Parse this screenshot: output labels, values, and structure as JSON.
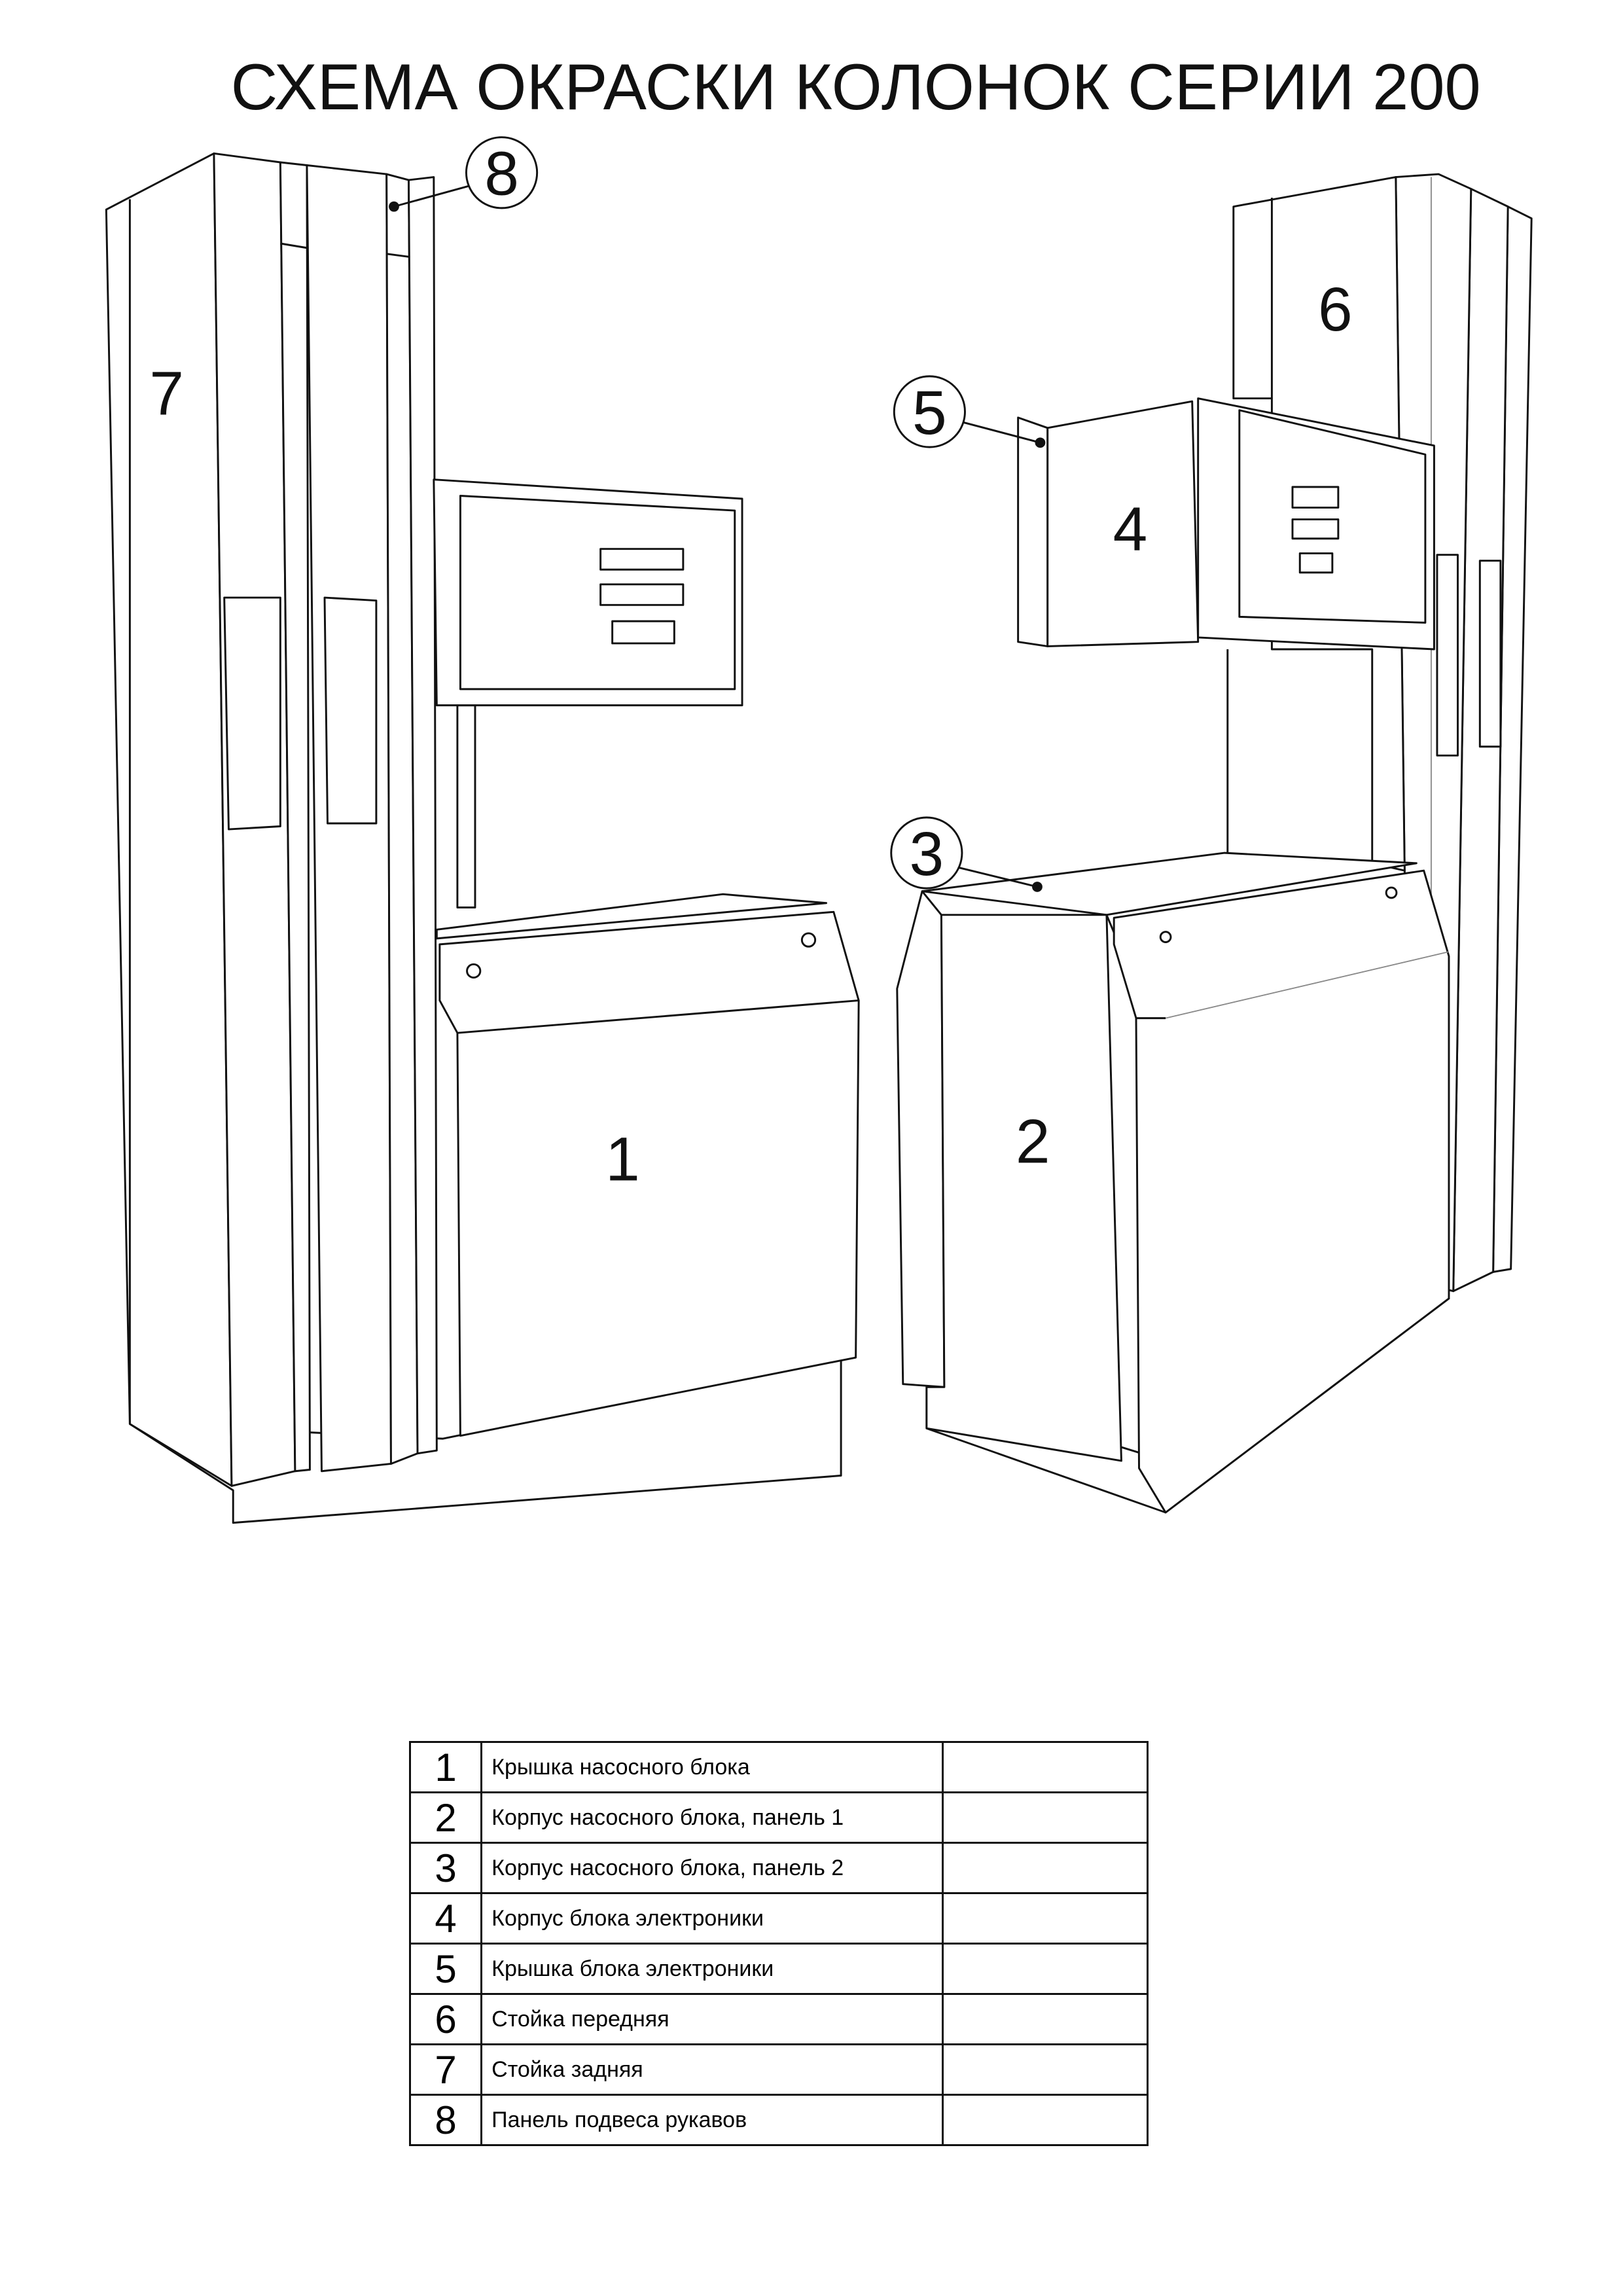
{
  "title": "СХЕМА ОКРАСКИ КОЛОНОК СЕРИИ 200",
  "drawing": {
    "labels": {
      "p1": "1",
      "p2": "2",
      "p3": "3",
      "p4": "4",
      "p5": "5",
      "p6": "6",
      "p7": "7",
      "p8": "8"
    }
  },
  "legend": [
    {
      "num": "1",
      "text": "Крышка насосного блока",
      "value": ""
    },
    {
      "num": "2",
      "text": "Корпус насосного блока, панель 1",
      "value": ""
    },
    {
      "num": "3",
      "text": "Корпус насосного блока, панель 2",
      "value": ""
    },
    {
      "num": "4",
      "text": "Корпус блока электроники",
      "value": ""
    },
    {
      "num": "5",
      "text": "Крышка блока электроники",
      "value": ""
    },
    {
      "num": "6",
      "text": "Стойка передняя",
      "value": ""
    },
    {
      "num": "7",
      "text": "Стойка задняя",
      "value": ""
    },
    {
      "num": "8",
      "text": "Панель подвеса рукавов",
      "value": ""
    }
  ]
}
